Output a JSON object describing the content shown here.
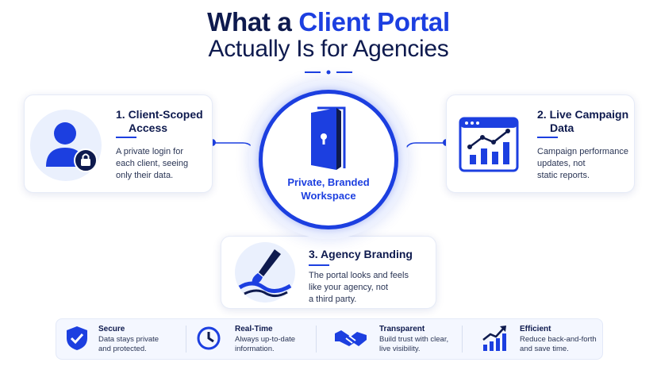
{
  "title": {
    "line1_prefix": "What a ",
    "line1_accent": "Client Portal",
    "line2": "Actually Is for Agencies"
  },
  "center": {
    "label_line1": "Private, Branded",
    "label_line2": "Workspace",
    "icon": "door-icon"
  },
  "cards": [
    {
      "title_line1": "1. Client-Scoped",
      "title_line2": "Access",
      "desc": [
        "A private login for",
        "each client, seeing",
        "only their data."
      ],
      "icon": "user-lock-icon"
    },
    {
      "title_line1": "2. Live Campaign",
      "title_line2": "Data",
      "desc": [
        "Campaign performance",
        "updates, not",
        "static reports."
      ],
      "icon": "dashboard-chart-icon"
    },
    {
      "title_line1": "3. Agency Branding",
      "desc": [
        "The portal looks and feels",
        "like your agency, not",
        "a third party."
      ],
      "icon": "paintbrush-icon"
    }
  ],
  "footer": [
    {
      "title": "Secure",
      "desc": [
        "Data stays private",
        "and protected."
      ],
      "icon": "shield-check-icon"
    },
    {
      "title": "Real-Time",
      "desc": [
        "Always up-to-date",
        "information."
      ],
      "icon": "clock-icon"
    },
    {
      "title": "Transparent",
      "desc": [
        "Build trust with clear,",
        "live visibility."
      ],
      "icon": "handshake-icon"
    },
    {
      "title": "Efficient",
      "desc": [
        "Reduce back-and-forth",
        "and save time."
      ],
      "icon": "trend-up-icon"
    }
  ],
  "colors": {
    "accent": "#1c3fe0",
    "navy": "#0e1a4e",
    "light": "#eaf0fd"
  }
}
